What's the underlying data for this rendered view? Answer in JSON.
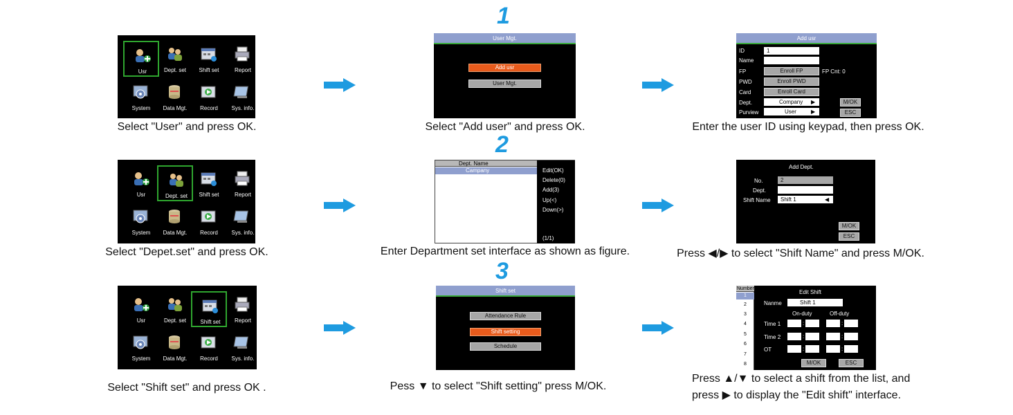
{
  "step_numbers": [
    "1",
    "2",
    "3"
  ],
  "menu": {
    "items": [
      "Usr",
      "Dept. set",
      "Shift set",
      "Report",
      "System",
      "Data Mgt.",
      "Record",
      "Sys. info."
    ],
    "icons": [
      "user-add-icon",
      "users-icon",
      "calendar-icon",
      "printer-icon",
      "settings-icon",
      "database-icon",
      "record-icon",
      "info-icon"
    ]
  },
  "captions": {
    "r1c1": "Select \"User\" and press OK.",
    "r1c2": "Select \"Add user\" and press OK.",
    "r1c3": "Enter the user ID using keypad, then press OK.",
    "r2c1": "Select \"Depet.set\" and press OK.",
    "r2c2": "Enter Department set interface as shown as figure.",
    "r2c3": "Press ◀/▶ to select \"Shift Name\" and press M/OK.",
    "r3c1": "Select \"Shift set\" and press OK .",
    "r3c2": "Pess ▼ to select \"Shift setting\" press M/OK.",
    "r3c3_line1": "Press ▲/▼ to select a shift from the list, and",
    "r3c3_line2": "press ▶ to display the \"Edit shift\" interface."
  },
  "user_mgt": {
    "title": "User Mgt.",
    "add_usr": "Add usr",
    "user_mgt": "User Mgt."
  },
  "add_usr": {
    "title": "Add usr",
    "id_label": "ID",
    "id_value": "1",
    "name_label": "Name",
    "fp_label": "FP",
    "fp_btn": "Enroll FP",
    "fp_count": "FP Cnt: 0",
    "pwd_label": "PWD",
    "pwd_btn": "Enroll PWD",
    "card_label": "Card",
    "card_btn": "Enroll Card",
    "dept_label": "Dept.",
    "dept_value": "Company",
    "purview_label": "Purview",
    "purview_value": "User",
    "mok": "M/OK",
    "esc": "ESC"
  },
  "dept_list": {
    "header": "Dept. Name",
    "row1": "Campany",
    "menu": [
      "Edit(OK)",
      "Delete(0)",
      "Add(3)",
      "Up(<)",
      "Down(>)"
    ],
    "page": "(1/1)"
  },
  "add_dept": {
    "title": "Add Dept.",
    "no_label": "No.",
    "no_value": "2",
    "dept_label": "Dept.",
    "shift_label": "Shift Name",
    "shift_value": "Shift 1",
    "mok": "M/OK",
    "esc": "ESC"
  },
  "shift_set": {
    "title": "Shift set",
    "items": [
      "Attendance Rule",
      "Shift setting",
      "Schedule"
    ]
  },
  "edit_shift": {
    "list_header": "Number",
    "numbers": [
      "1",
      "2",
      "3",
      "4",
      "5",
      "6",
      "7",
      "8"
    ],
    "title": "Edit Shift",
    "name_label": "Nanme",
    "name_value": "Shift 1",
    "on_duty": "On-duty",
    "off_duty": "Off-duty",
    "time1": "Time 1",
    "time2": "Time 2",
    "ot": "OT",
    "mok": "M/OK",
    "esc": "ESC"
  },
  "colors": {
    "accent_blue": "#1e9be0",
    "title_bar": "#8f9fce",
    "highlight_orange": "#e85b1c",
    "selection_green": "#2fa62f"
  }
}
